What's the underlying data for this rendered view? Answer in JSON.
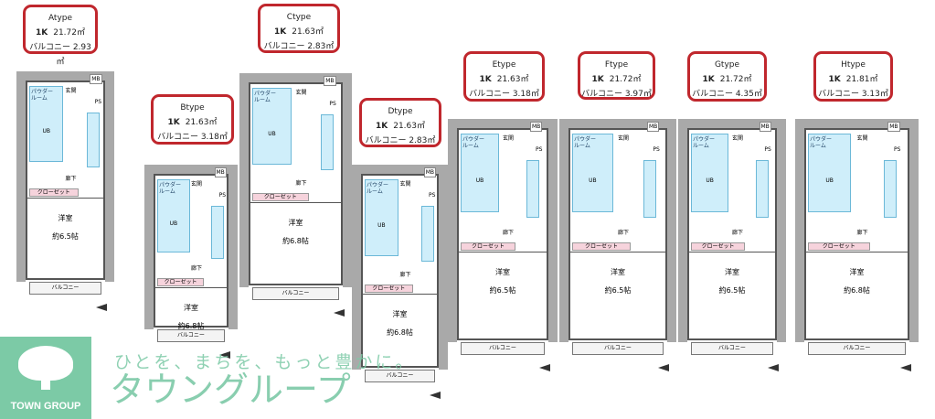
{
  "unit_types": [
    {
      "type": "Atype",
      "layout": "1K",
      "area": "21.72㎡",
      "balcony_label": "バルコニー",
      "balcony": "2.93㎡",
      "room": "洋室",
      "room_size": "約6.5帖"
    },
    {
      "type": "Btype",
      "layout": "1K",
      "area": "21.63㎡",
      "balcony_label": "バルコニー",
      "balcony": "3.18㎡",
      "room": "洋室",
      "room_size": "約6.8帖"
    },
    {
      "type": "Ctype",
      "layout": "1K",
      "area": "21.63㎡",
      "balcony_label": "バルコニー",
      "balcony": "2.83㎡",
      "room": "洋室",
      "room_size": "約6.8帖"
    },
    {
      "type": "Dtype",
      "layout": "1K",
      "area": "21.63㎡",
      "balcony_label": "バルコニー",
      "balcony": "2.83㎡",
      "room": "洋室",
      "room_size": "約6.8帖"
    },
    {
      "type": "Etype",
      "layout": "1K",
      "area": "21.63㎡",
      "balcony_label": "バルコニー",
      "balcony": "3.18㎡",
      "room": "洋室",
      "room_size": "約6.5帖"
    },
    {
      "type": "Ftype",
      "layout": "1K",
      "area": "21.72㎡",
      "balcony_label": "バルコニー",
      "balcony": "3.97㎡",
      "room": "洋室",
      "room_size": "約6.5帖"
    },
    {
      "type": "Gtype",
      "layout": "1K",
      "area": "21.72㎡",
      "balcony_label": "バルコニー",
      "balcony": "4.35㎡",
      "room": "洋室",
      "room_size": "約6.5帖"
    },
    {
      "type": "Htype",
      "layout": "1K",
      "area": "21.81㎡",
      "balcony_label": "バルコニー",
      "balcony": "3.13㎡",
      "room": "洋室",
      "room_size": "約6.8帖"
    }
  ],
  "plan_labels": {
    "entrance": "玄関",
    "mb": "MB",
    "ps": "PS",
    "ub": "UB",
    "closet": "クローゼット",
    "hall": "廊下",
    "powder": "パウダールーム"
  },
  "logo": {
    "name": "TOWN GROUP",
    "tagline": "ひとを、まちを、もっと豊かに。",
    "brand": "タウングループ"
  },
  "colors": {
    "label_border": "#c0272d",
    "brand_green": "#7ccaa6",
    "wet_area": "#cfeefa",
    "closet": "#f6d3dc"
  }
}
